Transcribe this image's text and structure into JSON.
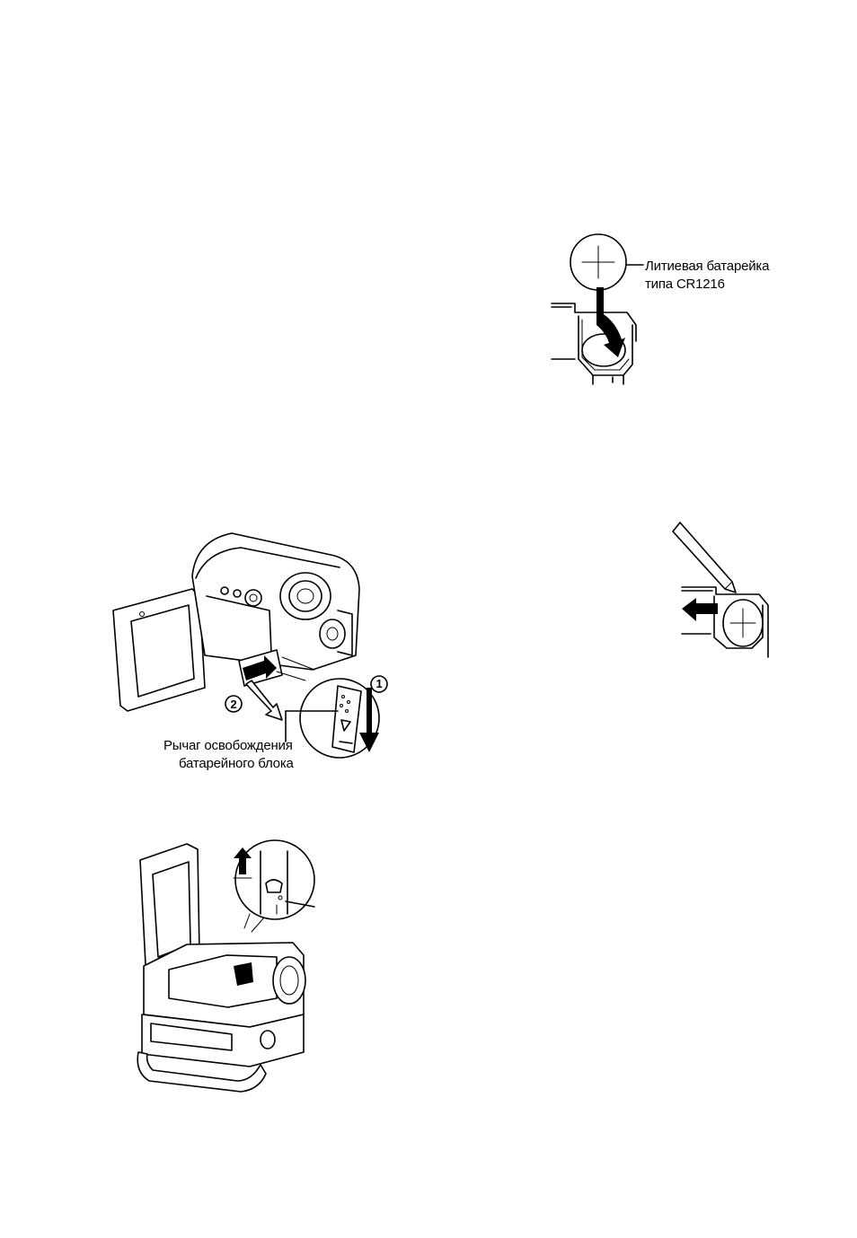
{
  "figures": {
    "lithium_cell": {
      "label_line1": "Литиевая батарейка",
      "label_line2": "типа CR1216"
    },
    "battery_release": {
      "label_line1": "Рычаг освобождения",
      "label_line2": "батарейного блока",
      "step1": "1",
      "step2": "2"
    }
  }
}
